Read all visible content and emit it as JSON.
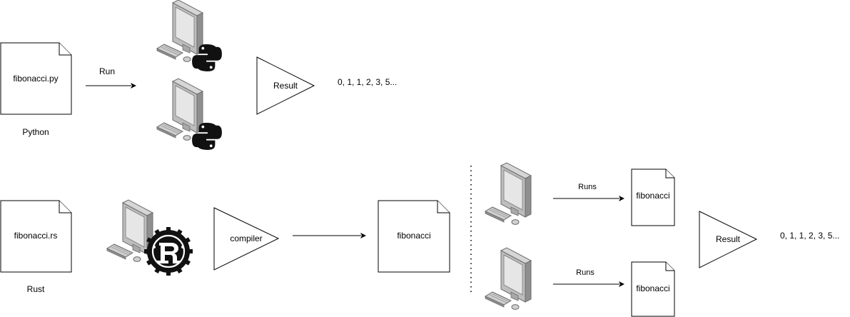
{
  "python": {
    "file_label": "fibonacci.py",
    "caption": "Python",
    "run_label": "Run",
    "result_label": "Result",
    "output": "0, 1, 1, 2, 3, 5..."
  },
  "rust": {
    "file_label": "fibonacci.rs",
    "caption": "Rust",
    "compiler_label": "compiler",
    "binary_label": "fibonacci",
    "runs_label_1": "Runs",
    "runs_label_2": "Runs",
    "runs_file_1": "fibonacci",
    "runs_file_2": "fibonacci",
    "result_label": "Result",
    "output": "0, 1, 1, 2, 3, 5..."
  },
  "icons": {
    "computer": "desktop-computer-icon",
    "python": "python-logo-icon",
    "rust": "rust-logo-icon"
  },
  "colors": {
    "monitor_body": "#c8c8c8",
    "monitor_dark": "#9a9a9a",
    "screen": "#e4e4e4",
    "logo": "#111111"
  }
}
